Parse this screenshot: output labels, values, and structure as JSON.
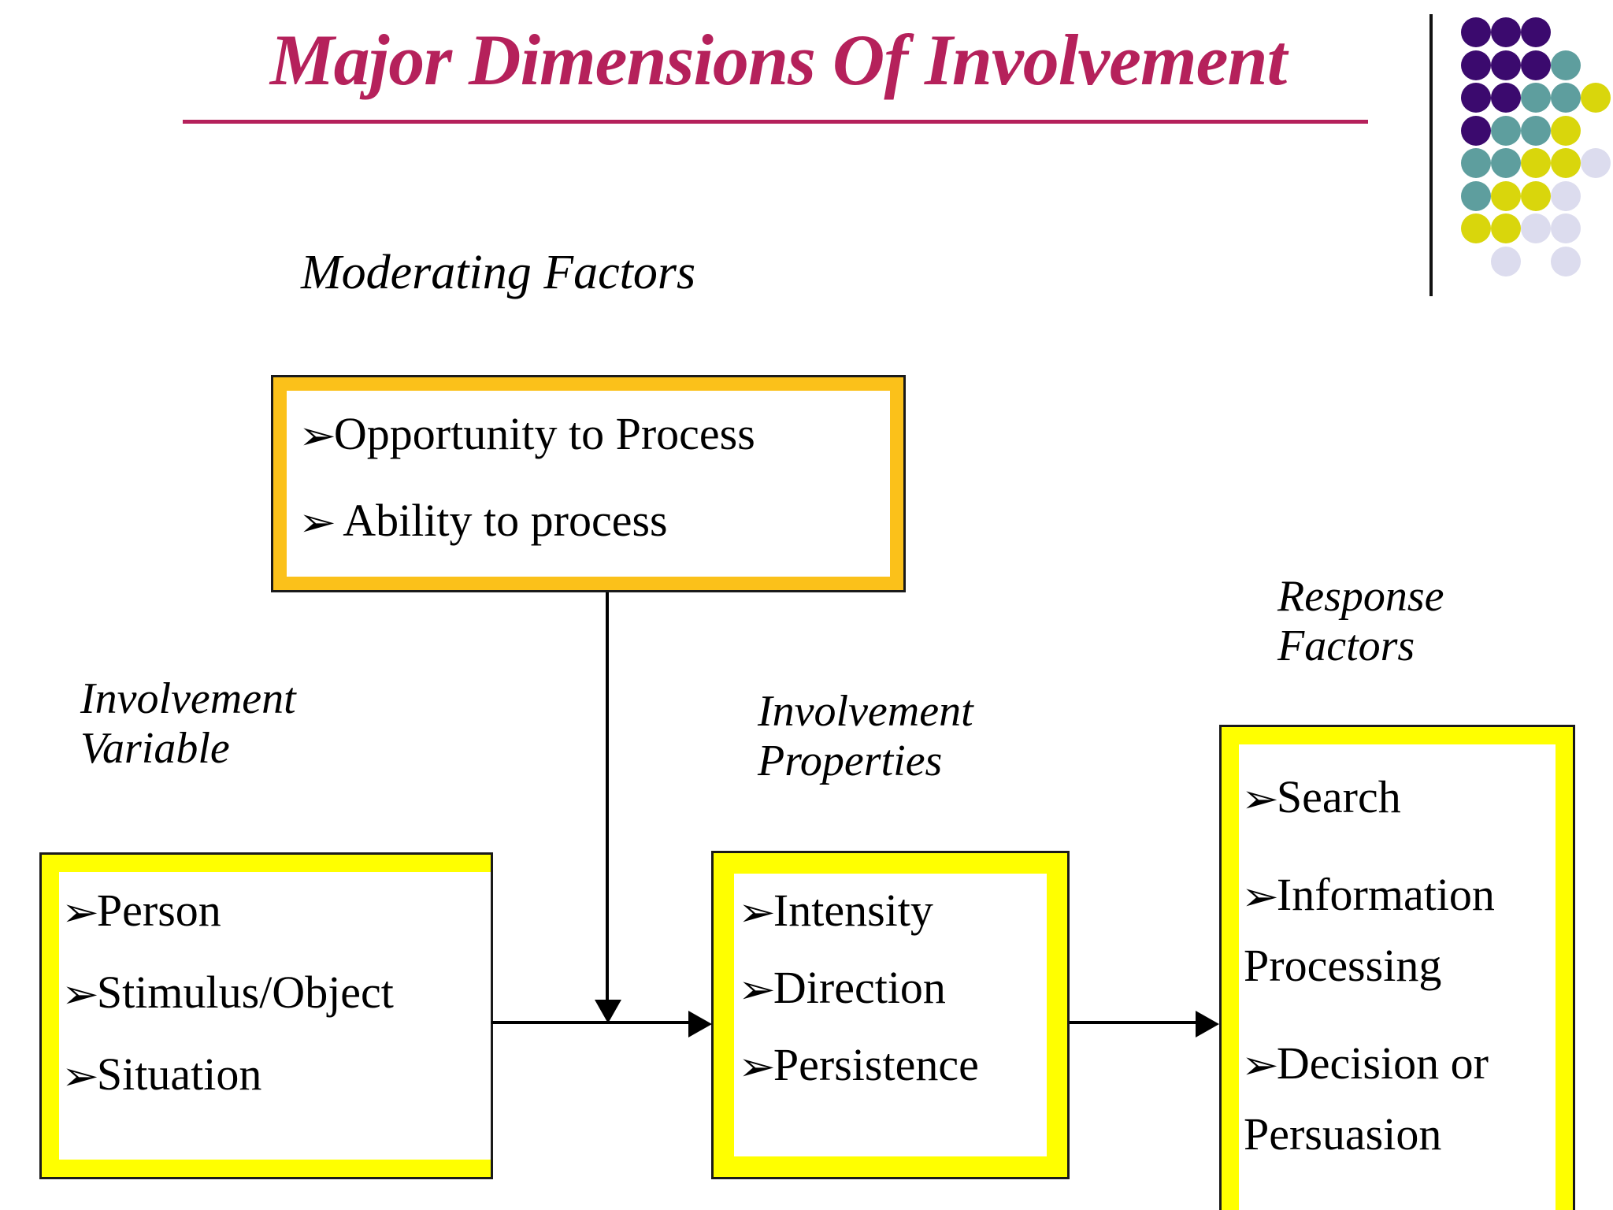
{
  "slide": {
    "title": "Major Dimensions Of Involvement",
    "title_color": "#B5215B",
    "background": "#ffffff"
  },
  "logo": {
    "name": "dot-grid-logo",
    "colors": {
      "purple": "#3B0A6E",
      "teal": "#5E9E9E",
      "yellow": "#D9D60C",
      "lavender": "#DCDCEE"
    },
    "rows": [
      [
        "purple",
        "purple",
        "purple",
        null,
        null
      ],
      [
        "purple",
        "purple",
        "purple",
        "teal",
        null
      ],
      [
        "purple",
        "purple",
        "teal",
        "teal",
        "yellow"
      ],
      [
        "purple",
        "teal",
        "teal",
        "yellow",
        null
      ],
      [
        "teal",
        "teal",
        "yellow",
        "yellow",
        "lavender"
      ],
      [
        "teal",
        "yellow",
        "yellow",
        "lavender",
        null
      ],
      [
        "yellow",
        "yellow",
        "lavender",
        "lavender",
        null
      ],
      [
        null,
        "lavender",
        null,
        "lavender",
        null
      ]
    ]
  },
  "captions": {
    "moderating": "Moderating Factors",
    "involvement_variable": "Involvement\nVariable",
    "involvement_properties": "Involvement\nProperties",
    "response_factors": "Response\nFactors"
  },
  "bullet_glyph": "➢",
  "boxes": {
    "moderating": {
      "label": "Moderating Factors",
      "frame_color": "#FBC11A",
      "items": [
        "Opportunity to Process",
        " Ability to process"
      ]
    },
    "involvement_variable": {
      "label": "Involvement Variable",
      "frame_color": "#FFFF00",
      "items": [
        "Person",
        "Stimulus/Object",
        "Situation"
      ]
    },
    "involvement_properties": {
      "label": "Involvement Properties",
      "frame_color": "#FFFF00",
      "items": [
        "Intensity",
        "Direction",
        "Persistence"
      ]
    },
    "response_factors": {
      "label": "Response Factors",
      "frame_color": "#FFFF00",
      "items": [
        "Search",
        "Information Processing",
        "Decision or Persuasion"
      ]
    }
  },
  "connectors": [
    {
      "name": "moderating-to-flow",
      "from": "moderating",
      "to": "variable-properties-link",
      "direction": "down"
    },
    {
      "name": "variable-to-properties",
      "from": "involvement_variable",
      "to": "involvement_properties",
      "direction": "right"
    },
    {
      "name": "properties-to-response",
      "from": "involvement_properties",
      "to": "response_factors",
      "direction": "right"
    }
  ]
}
